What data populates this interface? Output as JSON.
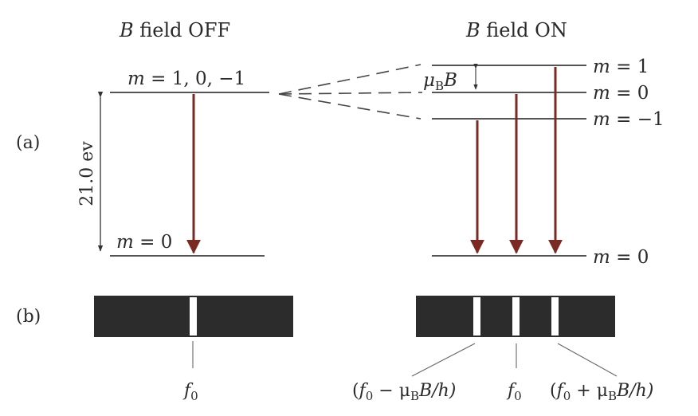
{
  "left": {
    "title_var": "B",
    "title_rest": " field OFF",
    "upper_level": {
      "m": "m",
      "eq": " = 1, 0, −1"
    },
    "lower_level": {
      "m": "m",
      "eq": " = 0"
    },
    "energy_label": "21.0 ev",
    "line_label": {
      "f": "f",
      "sub": "0"
    }
  },
  "right": {
    "title_var": "B",
    "title_rest": " field ON",
    "levels": [
      {
        "m": "m",
        "eq": " = 1"
      },
      {
        "m": "m",
        "eq": " = 0"
      },
      {
        "m": "m",
        "eq": " = −1"
      }
    ],
    "lower_level": {
      "m": "m",
      "eq": " = 0"
    },
    "splitting": {
      "mu": "μ",
      "sub": "B",
      "var": "B"
    },
    "line_labels": {
      "low": {
        "open": "(",
        "f": "f",
        "sub0": "0",
        "op": " − μ",
        "subB": "B",
        "rest": "B/h)"
      },
      "mid": {
        "f": "f",
        "sub": "0"
      },
      "high": {
        "open": "(",
        "f": "f",
        "sub0": "0",
        "op": " + μ",
        "subB": "B",
        "rest": "B/h)"
      }
    }
  },
  "panel_labels": {
    "a": "(a)",
    "b": "(b)"
  },
  "colors": {
    "arrow": "#7a2a22",
    "line": "#555555",
    "spectrum": "#2c2c2c",
    "spectral_line": "#ffffff"
  }
}
